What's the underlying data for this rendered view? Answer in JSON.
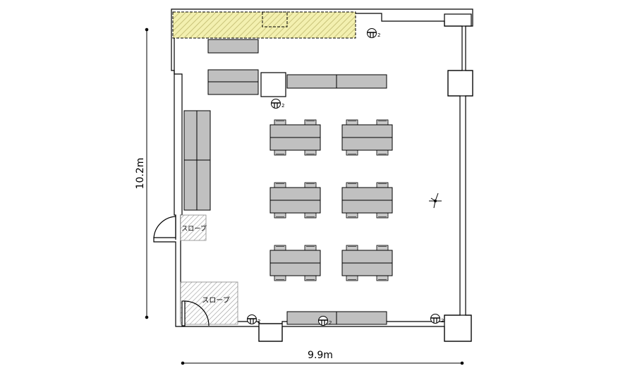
{
  "dimensions": {
    "width_label": "9.9m",
    "height_label": "10.2m"
  },
  "labels": {
    "slope_upper": "スロープ",
    "slope_lower": "スロープ",
    "outlet_suffix": "2"
  },
  "colors": {
    "wall": "#000000",
    "furniture_fill": "#c0c0c0",
    "chair_fill": "#c8c8c8",
    "storage_fill": "#f3f0b0",
    "storage_hatch": "#c9c37a",
    "slope_hatch": "#9a9a9a"
  },
  "icons": [
    "outlet-icon",
    "air-conditioner-icon",
    "door-swing-icon"
  ]
}
